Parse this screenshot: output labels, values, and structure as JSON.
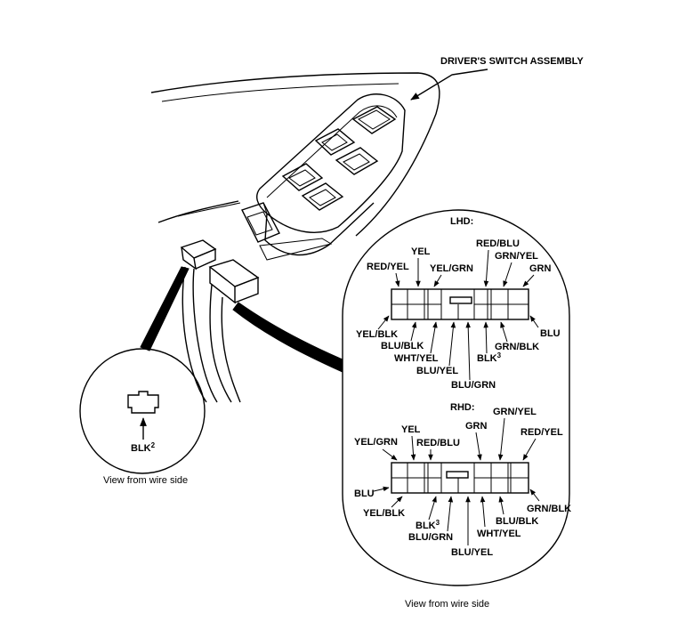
{
  "title": "DRIVER'S SWITCH ASSEMBLY",
  "small_view": {
    "label": "BLK",
    "label_sup": "2",
    "caption": "View from wire side"
  },
  "big_view": {
    "caption": "View from wire side",
    "lhd": {
      "heading": "LHD:",
      "labels": [
        "RED/BLU",
        "YEL",
        "GRN/YEL",
        "RED/YEL",
        "YEL/GRN",
        "GRN",
        "YEL/BLK",
        "BLU",
        "BLU/BLK",
        "GRN/BLK",
        "WHT/YEL",
        "BLK",
        "BLU/YEL",
        "BLU/GRN"
      ],
      "blk_sup": "3"
    },
    "rhd": {
      "heading": "RHD:",
      "labels": [
        "GRN/YEL",
        "YEL",
        "GRN",
        "RED/YEL",
        "YEL/GRN",
        "RED/BLU",
        "BLU",
        "GRN/BLK",
        "YEL/BLK",
        "BLU/BLK",
        "BLK",
        "WHT/YEL",
        "BLU/GRN",
        "BLU/YEL"
      ],
      "blk_sup": "3"
    }
  }
}
